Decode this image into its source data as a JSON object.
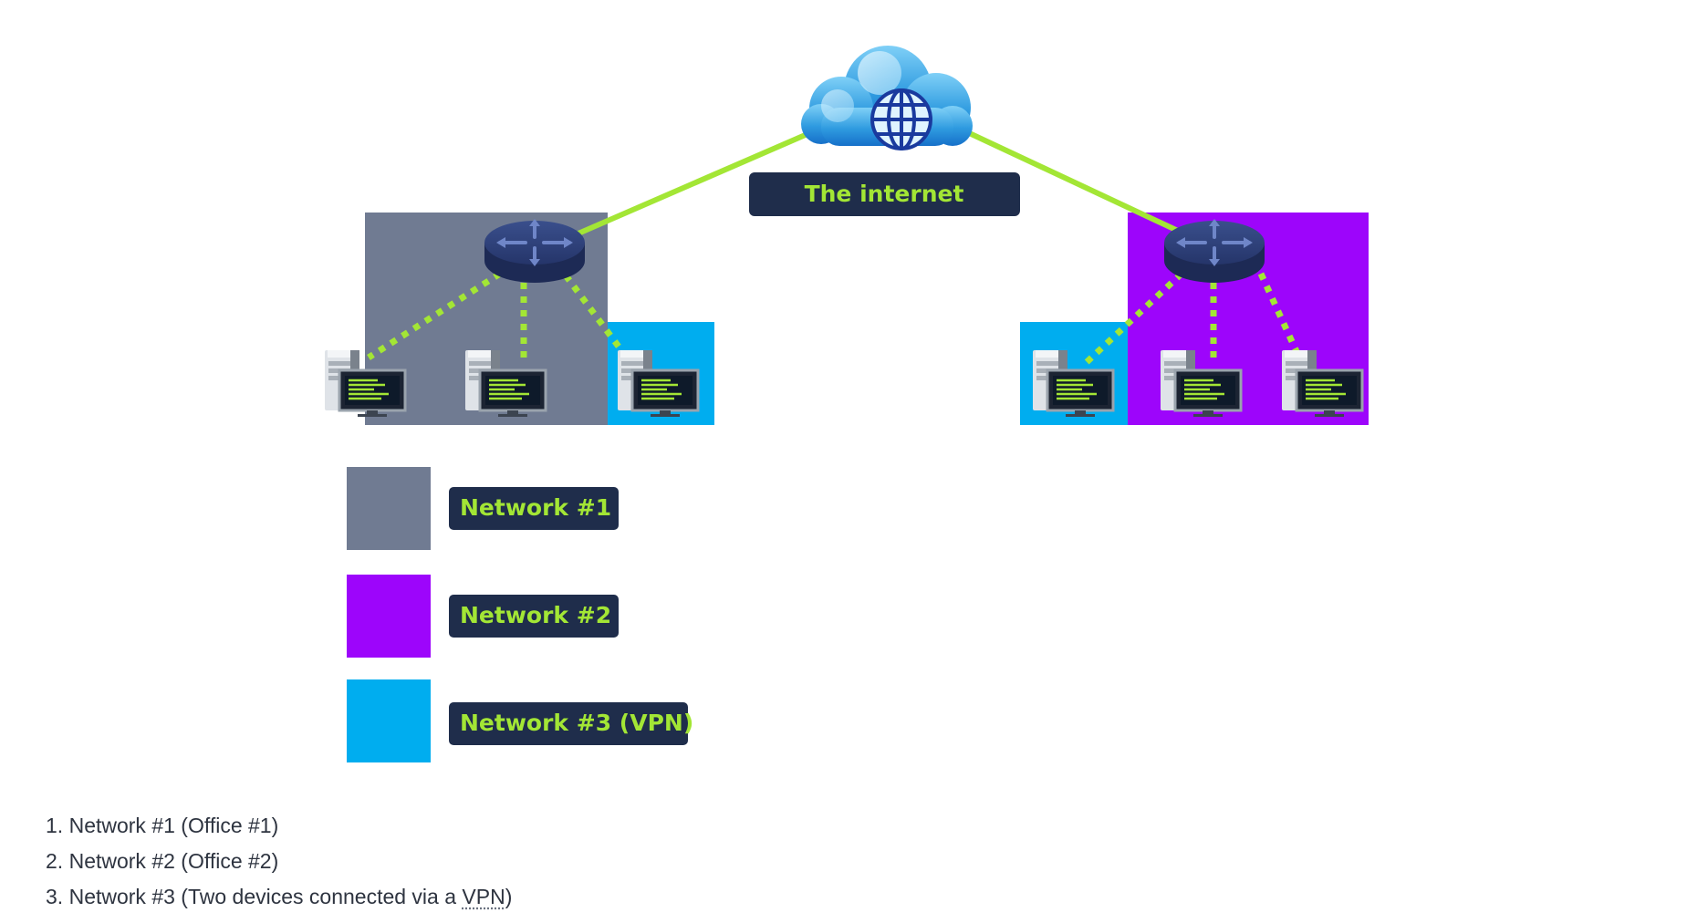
{
  "diagram": {
    "internet_label": "The internet",
    "legend": [
      {
        "label": "Network #1",
        "color": "#707b92"
      },
      {
        "label": "Network #2",
        "color": "#9d05fb"
      },
      {
        "label": "Network #3 (VPN)",
        "color": "#00adef"
      }
    ],
    "colors": {
      "network1": "#707b92",
      "network2": "#9d05fb",
      "network3": "#00adef",
      "link": "#a3e635",
      "label_bg": "#1f2d4b",
      "router": "#2c3e72"
    },
    "icons": {
      "cloud": "cloud-globe-icon",
      "router": "router-icon",
      "computer": "desktop-computer-icon"
    }
  },
  "notes": {
    "items": [
      {
        "number": "1.",
        "text": "Network #1 (Office #1)"
      },
      {
        "number": "2.",
        "text": "Network #2 (Office #2)"
      },
      {
        "number": "3.",
        "text_before": "Network #3 (Two devices connected via a ",
        "abbr": "VPN",
        "text_after": ")"
      }
    ]
  }
}
